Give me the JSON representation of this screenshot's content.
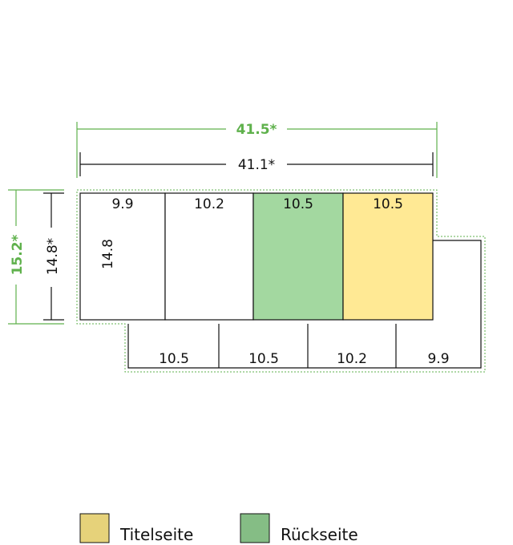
{
  "dimensions": {
    "total_width_outer": "41.5*",
    "total_width_inner": "41.1*",
    "total_height_outer": "15.2*",
    "total_height_inner": "14.8*",
    "panel_height": "14.8"
  },
  "top_panels": [
    {
      "width": "9.9",
      "type": "plain"
    },
    {
      "width": "10.2",
      "type": "plain"
    },
    {
      "width": "10.5",
      "type": "back"
    },
    {
      "width": "10.5",
      "type": "title"
    }
  ],
  "bottom_panels": [
    {
      "width": "10.5"
    },
    {
      "width": "10.5"
    },
    {
      "width": "10.2"
    },
    {
      "width": "9.9"
    }
  ],
  "legend": {
    "title_label": "Titelseite",
    "back_label": "Rückseite"
  },
  "colors": {
    "title_panel": "#ffe994",
    "back_panel": "#a3d8a0",
    "legend_title_swatch": "#e6d27a",
    "legend_back_swatch": "#85bd85",
    "outer_dimension": "#5fb14c",
    "bleed_line": "#5fb14c"
  }
}
